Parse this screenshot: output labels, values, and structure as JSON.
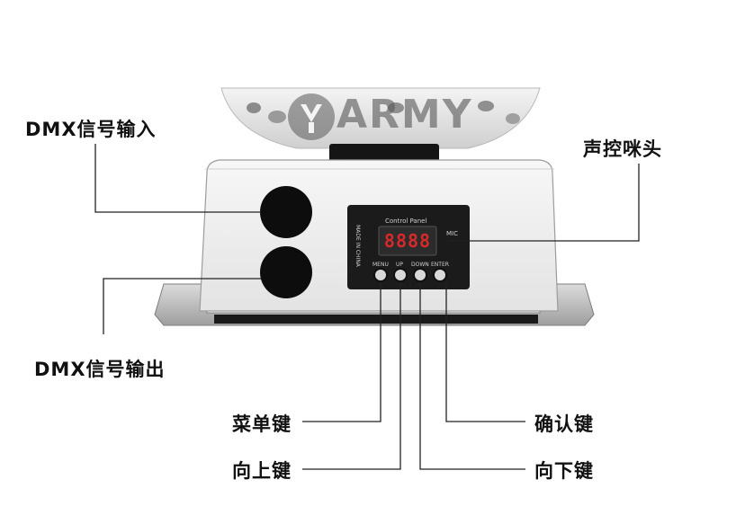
{
  "labels": {
    "dmx_in": "DMX信号输入",
    "mic": "声控咪头",
    "dmx_out": "DMX信号输出",
    "menu_key": "菜单键",
    "up_key": "向上键",
    "confirm_key": "确认键",
    "down_key": "向下键"
  },
  "panel": {
    "title": "Control Panel",
    "mic": "MIC",
    "made_in": "MADE IN CHINA",
    "display": "8888",
    "buttons": [
      "MENU",
      "UP",
      "DOWN",
      "ENTER"
    ]
  },
  "watermark": {
    "text": "ARMY"
  },
  "colors": {
    "display_red": "#d62a2a",
    "panel_black": "#1b1b1b",
    "leader_line": "#222222"
  }
}
